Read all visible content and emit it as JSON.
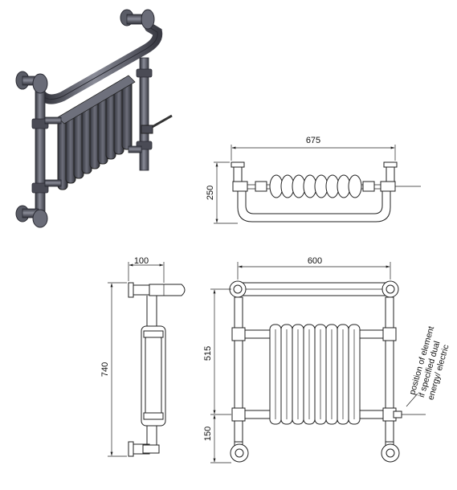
{
  "diagram": {
    "top_view": {
      "width_label": "675",
      "depth_label": "250"
    },
    "side_view": {
      "depth_label": "100",
      "height_label": "740"
    },
    "front_view": {
      "width_label": "600",
      "upper_height_label": "515",
      "lower_height_label": "150",
      "note_lines": [
        "position of element",
        "if specified dual",
        "energy/ electric"
      ]
    },
    "colors": {
      "line": "#222222",
      "body": "#5a5c66",
      "body_dark": "#2f3038",
      "body_light": "#8a8c98",
      "background": "#ffffff"
    }
  }
}
